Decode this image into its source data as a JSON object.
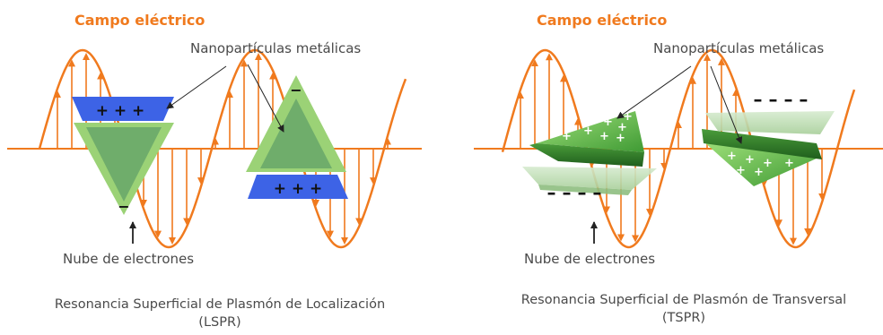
{
  "left": {
    "field_label": "Campo eléctrico",
    "nanoparticles_label": "Nanopartículas metálicas",
    "cloud_label": "Nube de electrones",
    "caption_line1": "Resonancia Superficial de Plasmón de Localización",
    "caption_line2": "(LSPR)",
    "plus_signs": "+ + +",
    "minus_sign": "−"
  },
  "right": {
    "field_label": "Campo eléctrico",
    "nanoparticles_label": "Nanopartículas metálicas",
    "cloud_label": "Nube de electrones",
    "caption_line1": "Resonancia Superficial de Plasmón de Transversal",
    "caption_line2": "(TSPR)"
  },
  "colors": {
    "wave": "#f07a1e",
    "triangle_fill": "#9bd276",
    "triangle_inner": "#6aa86a",
    "band_blue": "#3d63e6",
    "prism_dark": "#2e7d2a",
    "prism_light": "#7fc85a",
    "text": "#4a4a4a"
  }
}
